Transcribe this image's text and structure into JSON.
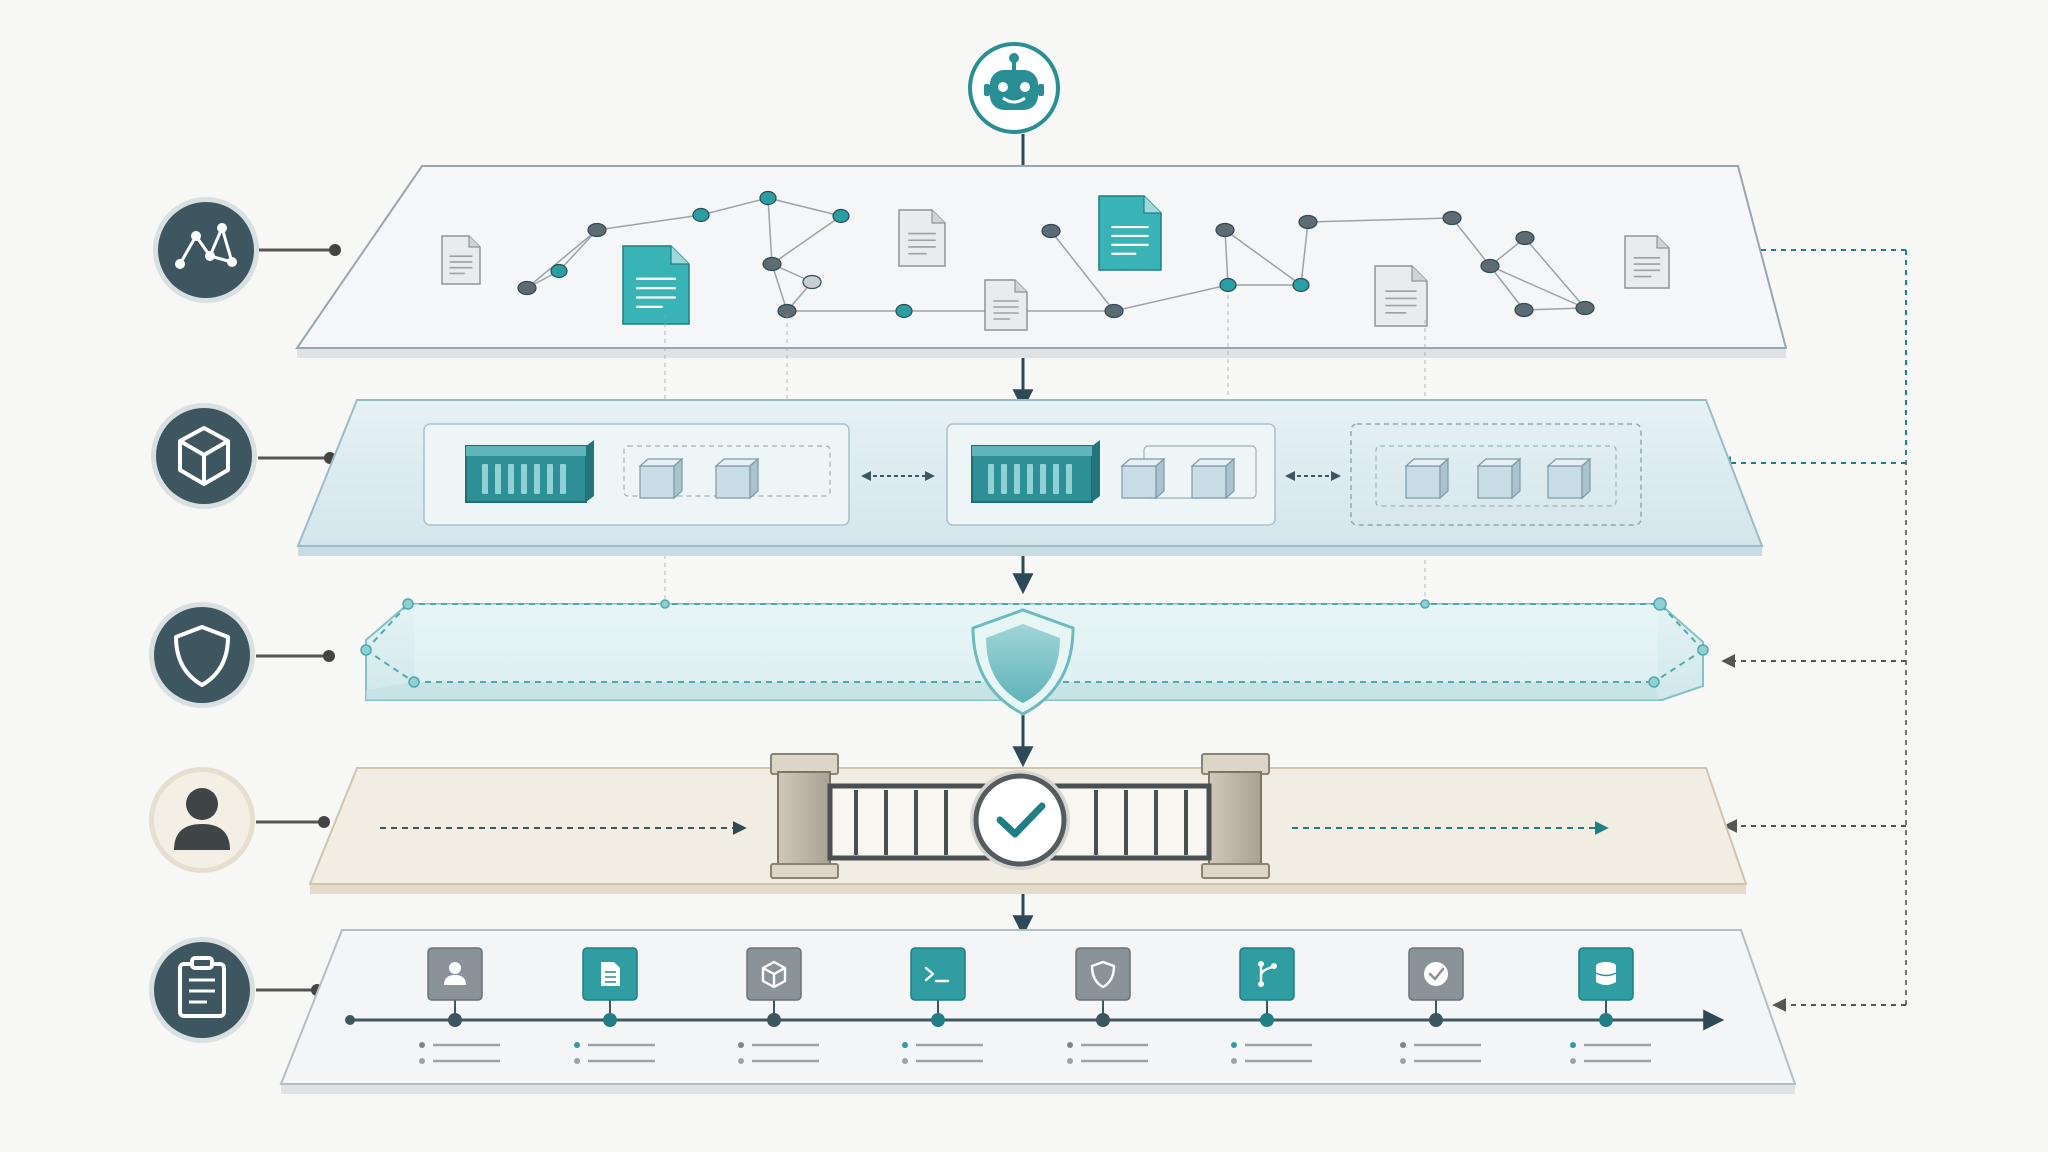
{
  "agent": {
    "icon": "robot-icon"
  },
  "layers": [
    {
      "id": "knowledge",
      "icon": "network-graph-icon",
      "content": [
        "document-icon",
        "graph-node-icon"
      ]
    },
    {
      "id": "containers",
      "icon": "cube-icon",
      "content": [
        "container-icon",
        "cube-icon"
      ]
    },
    {
      "id": "security",
      "icon": "shield-icon",
      "content": [
        "shield-icon"
      ]
    },
    {
      "id": "approval",
      "icon": "person-icon",
      "content": [
        "gate-icon",
        "check-icon"
      ]
    },
    {
      "id": "audit",
      "icon": "clipboard-icon",
      "content": [
        "timeline"
      ]
    }
  ],
  "timeline_icons": [
    "person-icon",
    "document-icon",
    "cube-icon",
    "terminal-icon",
    "shield-icon",
    "git-branch-icon",
    "check-icon",
    "database-icon"
  ],
  "colors": {
    "teal": "#2a9fa3",
    "teal_dark": "#1f7f84",
    "slate": "#3e5660",
    "gray_node": "#5f6b72",
    "arrow": "#2f4a57",
    "beige": "#efe9dc"
  }
}
